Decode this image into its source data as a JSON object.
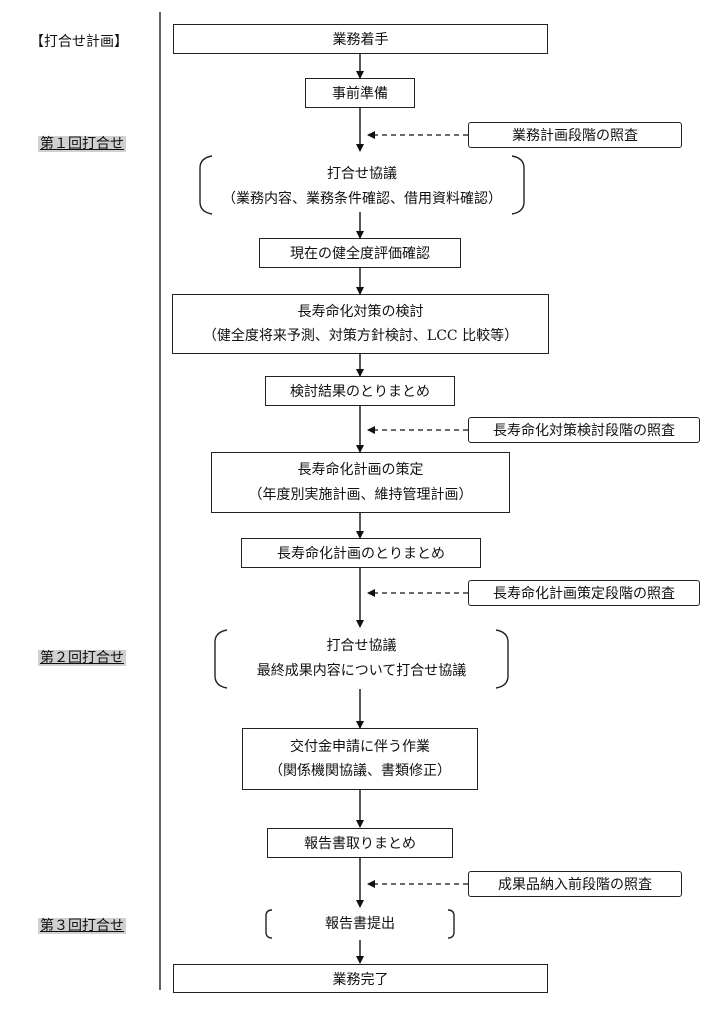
{
  "header_label": "【打合せ計画】",
  "meetings": {
    "m1": "第１回打合せ",
    "m2": "第２回打合せ",
    "m3": "第３回打合せ"
  },
  "steps": {
    "start": "業務着手",
    "prep": "事前準備",
    "meet1_title": "打合せ協議",
    "meet1_sub": "（業務内容、業務条件確認、借用資料確認）",
    "health": "現在の健全度評価確認",
    "study_title": "長寿命化対策の検討",
    "study_sub": "（健全度将来予測、対策方針検討、LCC 比較等）",
    "study_sum": "検討結果のとりまとめ",
    "plan_title": "長寿命化計画の策定",
    "plan_sub": "（年度別実施計画、維持管理計画）",
    "plan_sum": "長寿命化計画のとりまとめ",
    "meet2_title": "打合せ協議",
    "meet2_sub": "最終成果内容について打合せ協議",
    "grant_title": "交付金申請に伴う作業",
    "grant_sub": "（関係機関協議、書類修正）",
    "report": "報告書取りまとめ",
    "submit": "報告書提出",
    "end": "業務完了"
  },
  "reviews": {
    "r1": "業務計画段階の照査",
    "r2": "長寿命化対策検討段階の照査",
    "r3": "長寿命化計画策定段階の照査",
    "r4": "成果品納入前段階の照査"
  }
}
